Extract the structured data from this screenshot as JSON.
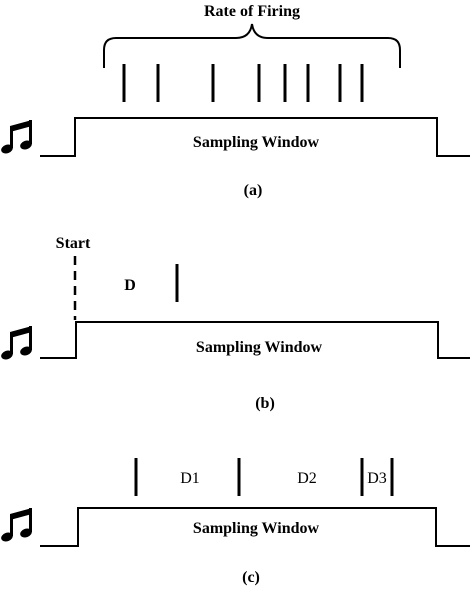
{
  "panel_a": {
    "title": "Rate of Firing",
    "window_label": "Sampling Window",
    "caption": "(a)",
    "icon": "music-note-icon"
  },
  "panel_b": {
    "start_label": "Start",
    "duration_label": "D",
    "window_label": "Sampling Window",
    "caption": "(b)",
    "icon": "music-note-icon"
  },
  "panel_c": {
    "d1_label": "D1",
    "d2_label": "D2",
    "d3_label": "D3",
    "window_label": "Sampling Window",
    "caption": "(c)",
    "icon": "music-note-icon"
  }
}
